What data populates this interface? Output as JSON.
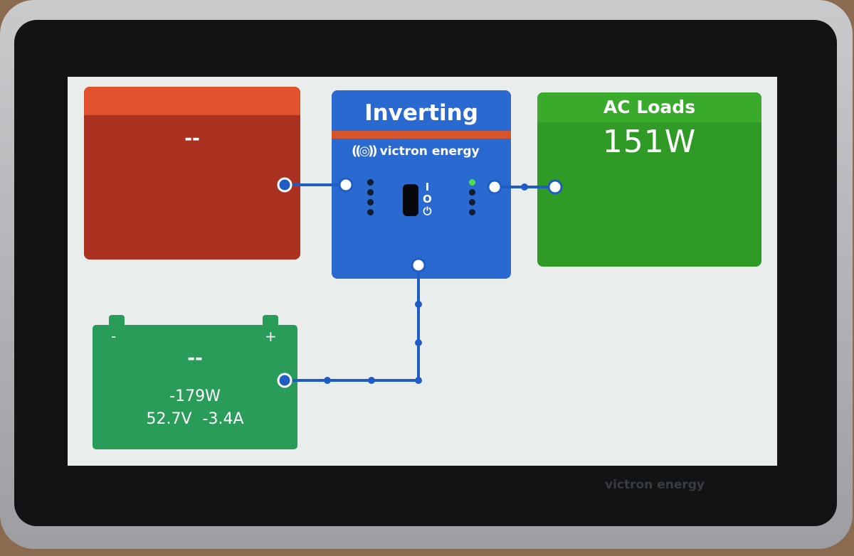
{
  "ac_input": {
    "value": "--"
  },
  "inverter": {
    "state": "Inverting",
    "brand": "victron energy",
    "switch_labels": [
      "I",
      "O",
      "⏻"
    ],
    "led_on_color": "#4ee04a"
  },
  "ac_loads": {
    "title": "AC Loads",
    "power": "151W"
  },
  "battery": {
    "neg": "-",
    "pos": "+",
    "soc": "--",
    "power": "-179W",
    "voltage": "52.7V",
    "current": "-3.4A"
  },
  "bezel": {
    "brand": "victron energy"
  },
  "colors": {
    "ac_input": "#ab3121",
    "inverter": "#2a6ad0",
    "ac_loads": "#2f9a25",
    "battery": "#2a9c5a",
    "wire": "#1f5cc4"
  }
}
